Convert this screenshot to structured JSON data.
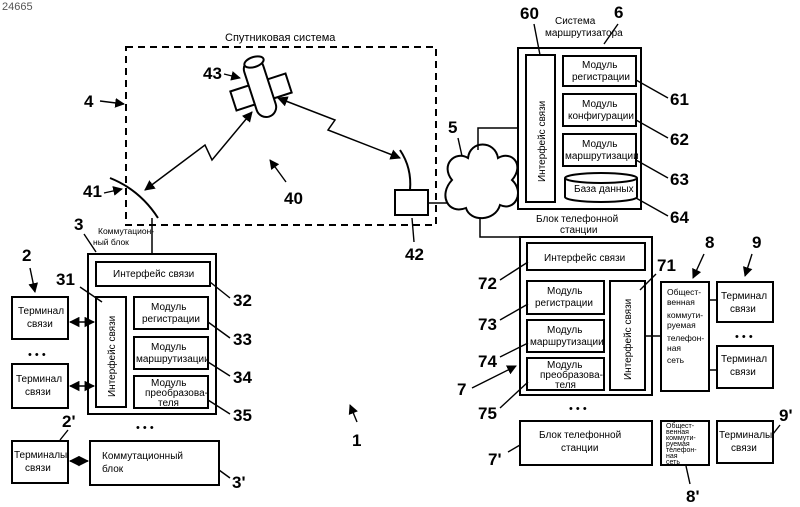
{
  "doc_id": "24665",
  "satellite_system": {
    "title": "Спутниковая система"
  },
  "router_system": {
    "title_line1": "Система",
    "title_line2": "маршрутизатора",
    "interface": "Интерфейс связи",
    "reg_line1": "Модуль",
    "reg_line2": "регистрации",
    "conf_line1": "Модуль",
    "conf_line2": "конфигурации",
    "rout_line1": "Модуль",
    "rout_line2": "маршрутизации",
    "db": "База данных"
  },
  "switch_block": {
    "title_line1": "Коммутацион-",
    "title_line2": "ный блок",
    "interface_top": "Интерфейс связи",
    "interface_side": "Интерфейс связи",
    "reg_line1": "Модуль",
    "reg_line2": "регистрации",
    "rout_line1": "Модуль",
    "rout_line2": "маршрутизации",
    "conv_line1": "Модуль",
    "conv_line2": "преобразова-",
    "conv_line3": "теля"
  },
  "phone_station": {
    "title_line1": "Блок телефонной",
    "title_line2": "станции",
    "interface_top": "Интерфейс связи",
    "interface_side": "Интерфейс связи",
    "reg_line1": "Модуль",
    "reg_line2": "регистрации",
    "rout_line1": "Модуль",
    "rout_line2": "маршрутизации",
    "conv_line1": "Модуль",
    "conv_line2": "преобразова-",
    "conv_line3": "теля"
  },
  "pstn": {
    "l1": "Общест-",
    "l2": "венная",
    "l3": "коммути-",
    "l4": "руемая",
    "l5": "телефон-",
    "l6": "ная",
    "l7": "сеть"
  },
  "pstn2": {
    "l1": "Общест-",
    "l2": "венная",
    "l3": "коммути-",
    "l4": "руемая",
    "l5": "телефон-",
    "l6": "ная",
    "l7": "сеть"
  },
  "terminals_left": {
    "t1_line1": "Терминал",
    "t1_line2": "связи",
    "t2_line1": "Терминал",
    "t2_line2": "связи",
    "t3_line1": "Терминалы",
    "t3_line2": "связи"
  },
  "terminals_right": {
    "t1_line1": "Терминал",
    "t1_line2": "связи",
    "t2_line1": "Терминал",
    "t2_line2": "связи",
    "t3_line1": "Терминалы",
    "t3_line2": "связи"
  },
  "switch_block2": {
    "line1": "Коммутационный",
    "line2": "блок"
  },
  "phone_station2": {
    "line1": "Блок телефонной",
    "line2": "станции"
  },
  "ellipsis": "• • •",
  "labels": {
    "n1": "1",
    "n2": "2",
    "n2p": "2'",
    "n3": "3",
    "n3p": "3'",
    "n4": "4",
    "n5": "5",
    "n6": "6",
    "n7": "7",
    "n7p": "7'",
    "n8": "8",
    "n8p": "8'",
    "n9": "9",
    "n9p": "9'",
    "n31": "31",
    "n32": "32",
    "n33": "33",
    "n34": "34",
    "n35": "35",
    "n40": "40",
    "n41": "41",
    "n42": "42",
    "n43": "43",
    "n60": "60",
    "n61": "61",
    "n62": "62",
    "n63": "63",
    "n64": "64",
    "n71": "71",
    "n72": "72",
    "n73": "73",
    "n74": "74",
    "n75": "75"
  }
}
